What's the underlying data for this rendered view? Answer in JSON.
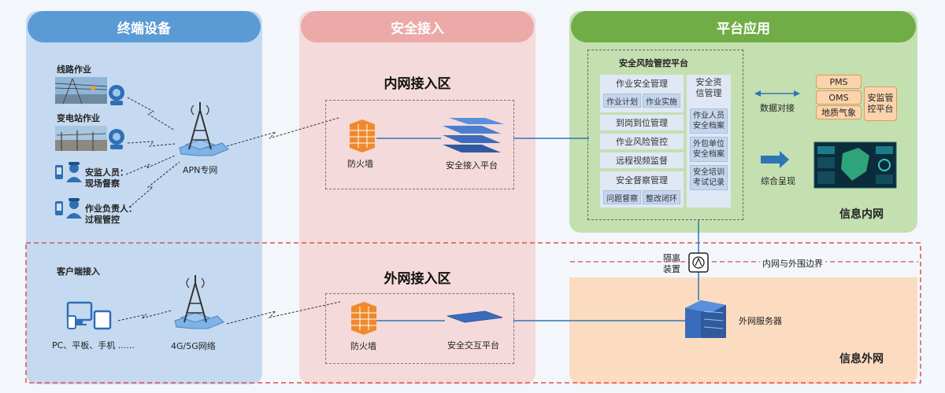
{
  "columns": {
    "terminal": {
      "title": "终端设备",
      "color": "#5b9bd5"
    },
    "security": {
      "title": "安全接入",
      "color": "#eba9a8"
    },
    "platform": {
      "title": "平台应用",
      "color": "#70ad47"
    }
  },
  "terminal": {
    "line_work": "线路作业",
    "substation_work": "变电站作业",
    "supervisor_line1": "安监人员：",
    "supervisor_line2": "现场督察",
    "leader_line1": "作业负责人：",
    "leader_line2": "过程管控",
    "apn": "APN专网",
    "client_access": "客户端接入",
    "client_devices": "PC、平板、手机 ......",
    "cellular": "4G/5G网络"
  },
  "inner_zone": {
    "title": "内网接入区",
    "firewall": "防火墙",
    "platform": "安全接入平台"
  },
  "outer_zone": {
    "title": "外网接入区",
    "firewall": "防火墙",
    "platform": "安全交互平台"
  },
  "risk_platform": {
    "title": "安全风险管控平台",
    "items": {
      "work_safety": "作业安全管理",
      "work_plan": "作业计划",
      "work_impl": "作业实施",
      "on_duty": "到岗到位管理",
      "risk_ctrl": "作业风险管控",
      "video": "远程视频监督",
      "inspection": "安全督察管理",
      "problem": "问题督察",
      "rectify": "整改闭环"
    },
    "qualification": {
      "title": "安全资信管理",
      "personnel": "作业人员安全档案",
      "contractor": "外包单位安全档案",
      "training": "安全培训考试记录"
    }
  },
  "external_systems": {
    "pms": "PMS",
    "oms": "OMS",
    "weather": "地质气象",
    "supervision": "安监管控平台",
    "data_link": "数据对接",
    "display": "综合呈现"
  },
  "networks": {
    "inner": "信息内网",
    "outer": "信息外网",
    "isolation_line1": "隔离",
    "isolation_line2": "装置",
    "boundary": "内网与外围边界",
    "external_server": "外网服务器"
  },
  "colors": {
    "terminal_bg": "#c5daf0",
    "security_bg": "#f4dada",
    "inner_bg": "#c4dfb0",
    "outer_bg": "#fbdcc0",
    "boundary": "#d9534f",
    "line": "#2e75b6"
  }
}
